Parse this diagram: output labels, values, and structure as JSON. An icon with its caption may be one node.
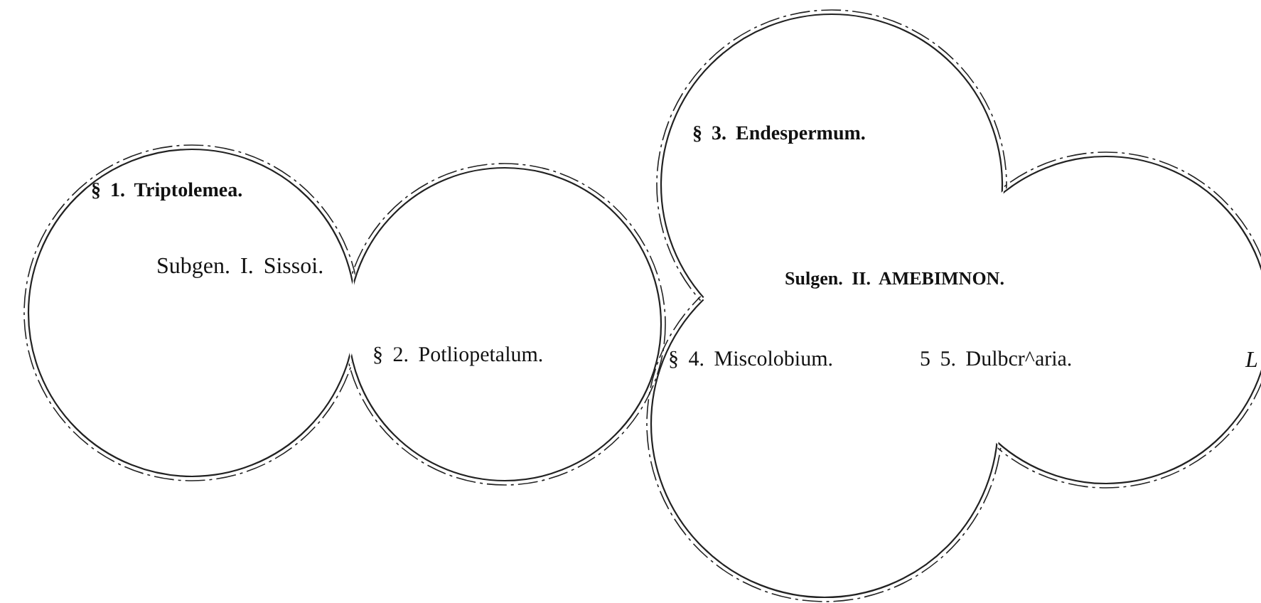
{
  "diagram": {
    "nodes": [
      {
        "text": [
          "§ 1. Triptolemea.",
          "Subgen. I. Sissoi.",
          "§ 2. Potliopetalum."
        ]
      },
      {
        "text": [
          "§ 3. Endespermum.",
          "Sulgen. II. AMEBIMNON.",
          "§ 4. Miscolobium.",
          "5 5. Dulbcr^aria."
        ]
      }
    ],
    "edges": [],
    "labels": [
      "L"
    ]
  }
}
